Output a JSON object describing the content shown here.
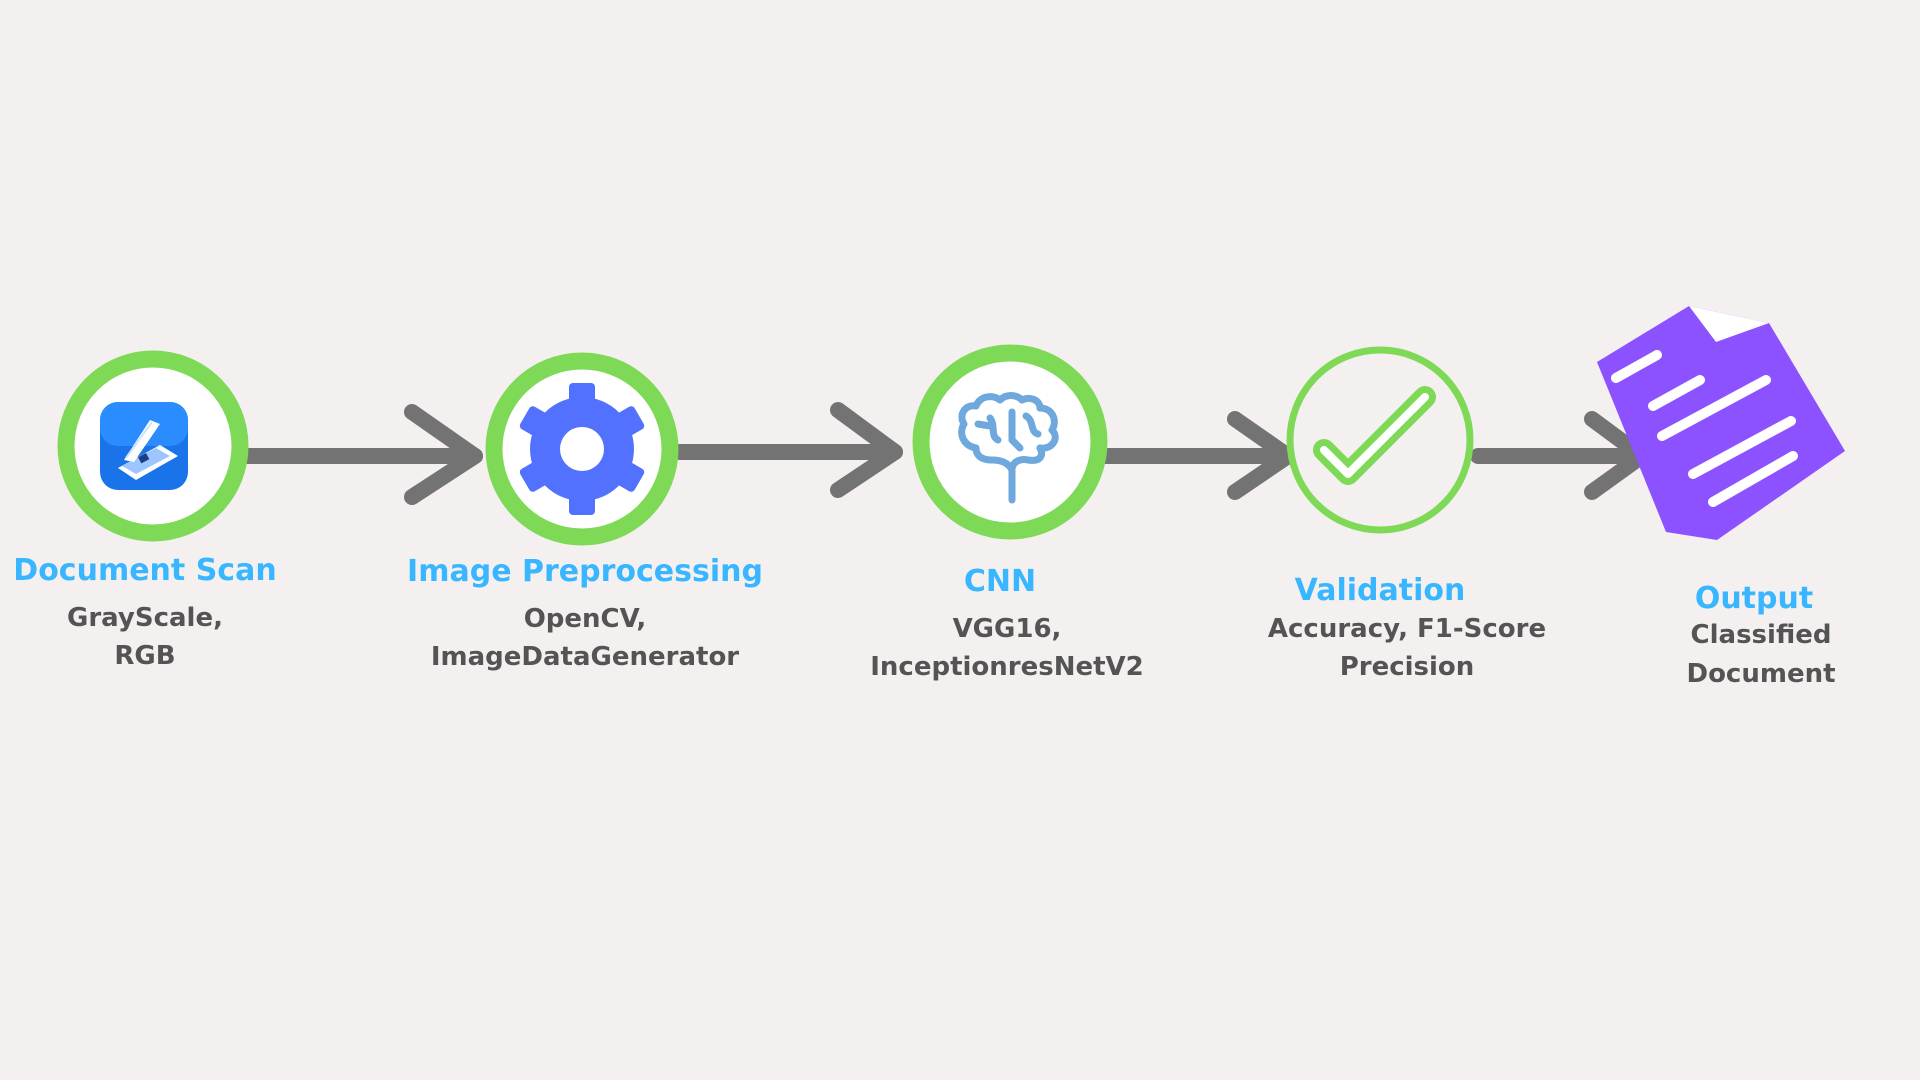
{
  "colors": {
    "background": "#f5f0f0",
    "ring": "#7ed957",
    "arrow": "#737373",
    "title": "#38b6ff",
    "subtitle": "#545454",
    "gear": "#5271ff",
    "brain": "#6fa8dc",
    "document": "#8c52ff"
  },
  "steps": [
    {
      "title": "Document Scan",
      "lines": [
        "GrayScale,",
        "RGB"
      ],
      "icon": "document-scanner-icon"
    },
    {
      "title": "Image Preprocessing",
      "lines": [
        "OpenCV,",
        "ImageDataGenerator"
      ],
      "icon": "gear-icon"
    },
    {
      "title": "CNN",
      "lines": [
        "VGG16,",
        "InceptionresNetV2"
      ],
      "icon": "brain-icon"
    },
    {
      "title": "Validation",
      "lines": [
        "Accuracy, F1-Score",
        "Precision"
      ],
      "icon": "checkmark-icon"
    },
    {
      "title": "Output",
      "lines": [
        "Classified",
        "Document"
      ],
      "icon": "document-icon"
    }
  ]
}
